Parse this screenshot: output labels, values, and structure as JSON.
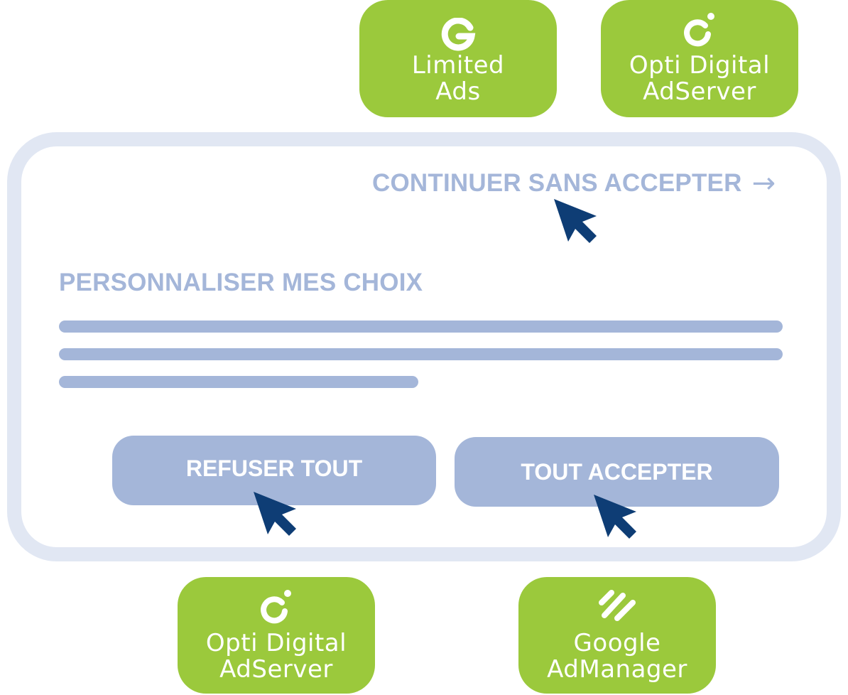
{
  "badges": {
    "limited_ads": {
      "line1": "Limited",
      "line2": "Ads",
      "icon": "google-g-icon"
    },
    "opti_digital_top": {
      "line1": "Opti Digital",
      "line2": "AdServer",
      "icon": "opti-digital-icon"
    },
    "opti_digital_bottom": {
      "line1": "Opti Digital",
      "line2": "AdServer",
      "icon": "opti-digital-icon"
    },
    "google_admanager": {
      "line1": "Google",
      "line2": "AdManager",
      "icon": "google-ad-manager-icon"
    }
  },
  "consent_banner": {
    "continue_label": "CONTINUER SANS ACCEPTER",
    "continue_arrow": "→",
    "heading": "PERSONNALISER MES CHOIX",
    "refuse_label": "REFUSER TOUT",
    "accept_label": "TOUT ACCEPTER"
  },
  "colors": {
    "badge_green": "#9bc93c",
    "banner_border": "#e1e7f3",
    "muted_blue": "#a4b6d9",
    "cursor_navy": "#0e3d75"
  }
}
